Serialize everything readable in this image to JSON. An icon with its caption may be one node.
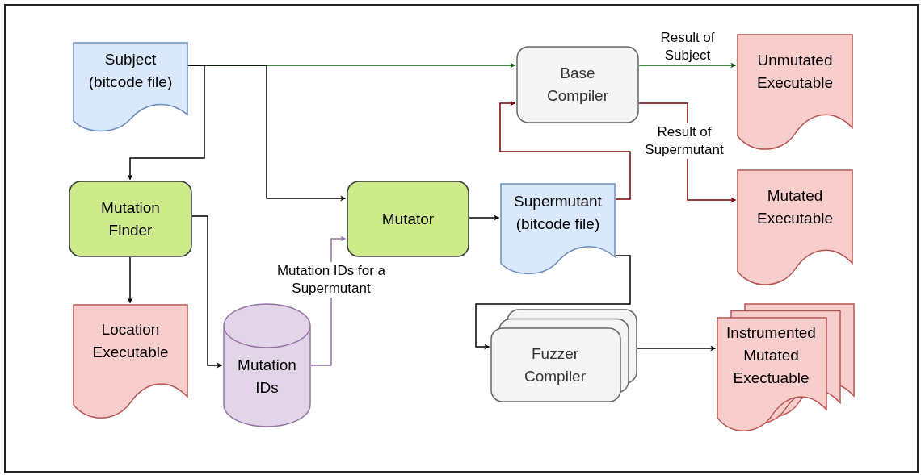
{
  "diagram": {
    "nodes": [
      {
        "text": [
          "Subject (bitcode file)"
        ]
      },
      {
        "text": [
          "Mutation Finder"
        ]
      },
      {
        "text": [
          "Mutator"
        ]
      },
      {
        "text": [
          "Base Compiler"
        ]
      },
      {
        "text": [
          "Supermutant (bitcode file)"
        ]
      },
      {
        "text": [
          "Unmutated Executable"
        ]
      },
      {
        "text": [
          "Mutated Executable"
        ]
      },
      {
        "text": [
          "Location Executable"
        ]
      },
      {
        "text": [
          "Mutation IDs"
        ]
      },
      {
        "text": [
          "Fuzzer Compiler"
        ]
      },
      {
        "text": [
          "Instrumented Mutated Exectuable"
        ]
      }
    ],
    "edges": [
      {
        "from": 0,
        "to": 3,
        "arrow": "to",
        "color": "#006600"
      },
      {
        "from": 0,
        "to": 1,
        "arrow": "to"
      },
      {
        "from": 0,
        "to": 2,
        "arrow": "to"
      },
      {
        "from": 3,
        "to": 5,
        "arrow": "to",
        "label": "Result of Subject",
        "color": "#006600"
      },
      {
        "from": 3,
        "to": 6,
        "arrow": "to",
        "label": "Result of Supermutant",
        "color": "#7a0000"
      },
      {
        "from": 4,
        "to": 3,
        "arrow": "to",
        "color": "#7a0000"
      },
      {
        "from": 2,
        "to": 4,
        "arrow": "to"
      },
      {
        "from": 1,
        "to": 7,
        "arrow": "to"
      },
      {
        "from": 1,
        "to": 8,
        "arrow": "to"
      },
      {
        "from": 8,
        "to": 2,
        "arrow": "to",
        "label": "Mutation IDs for a Supermutant",
        "color": "#9673a6"
      },
      {
        "from": 4,
        "to": 9,
        "arrow": "to"
      },
      {
        "from": 9,
        "to": 10,
        "arrow": "to"
      }
    ]
  }
}
